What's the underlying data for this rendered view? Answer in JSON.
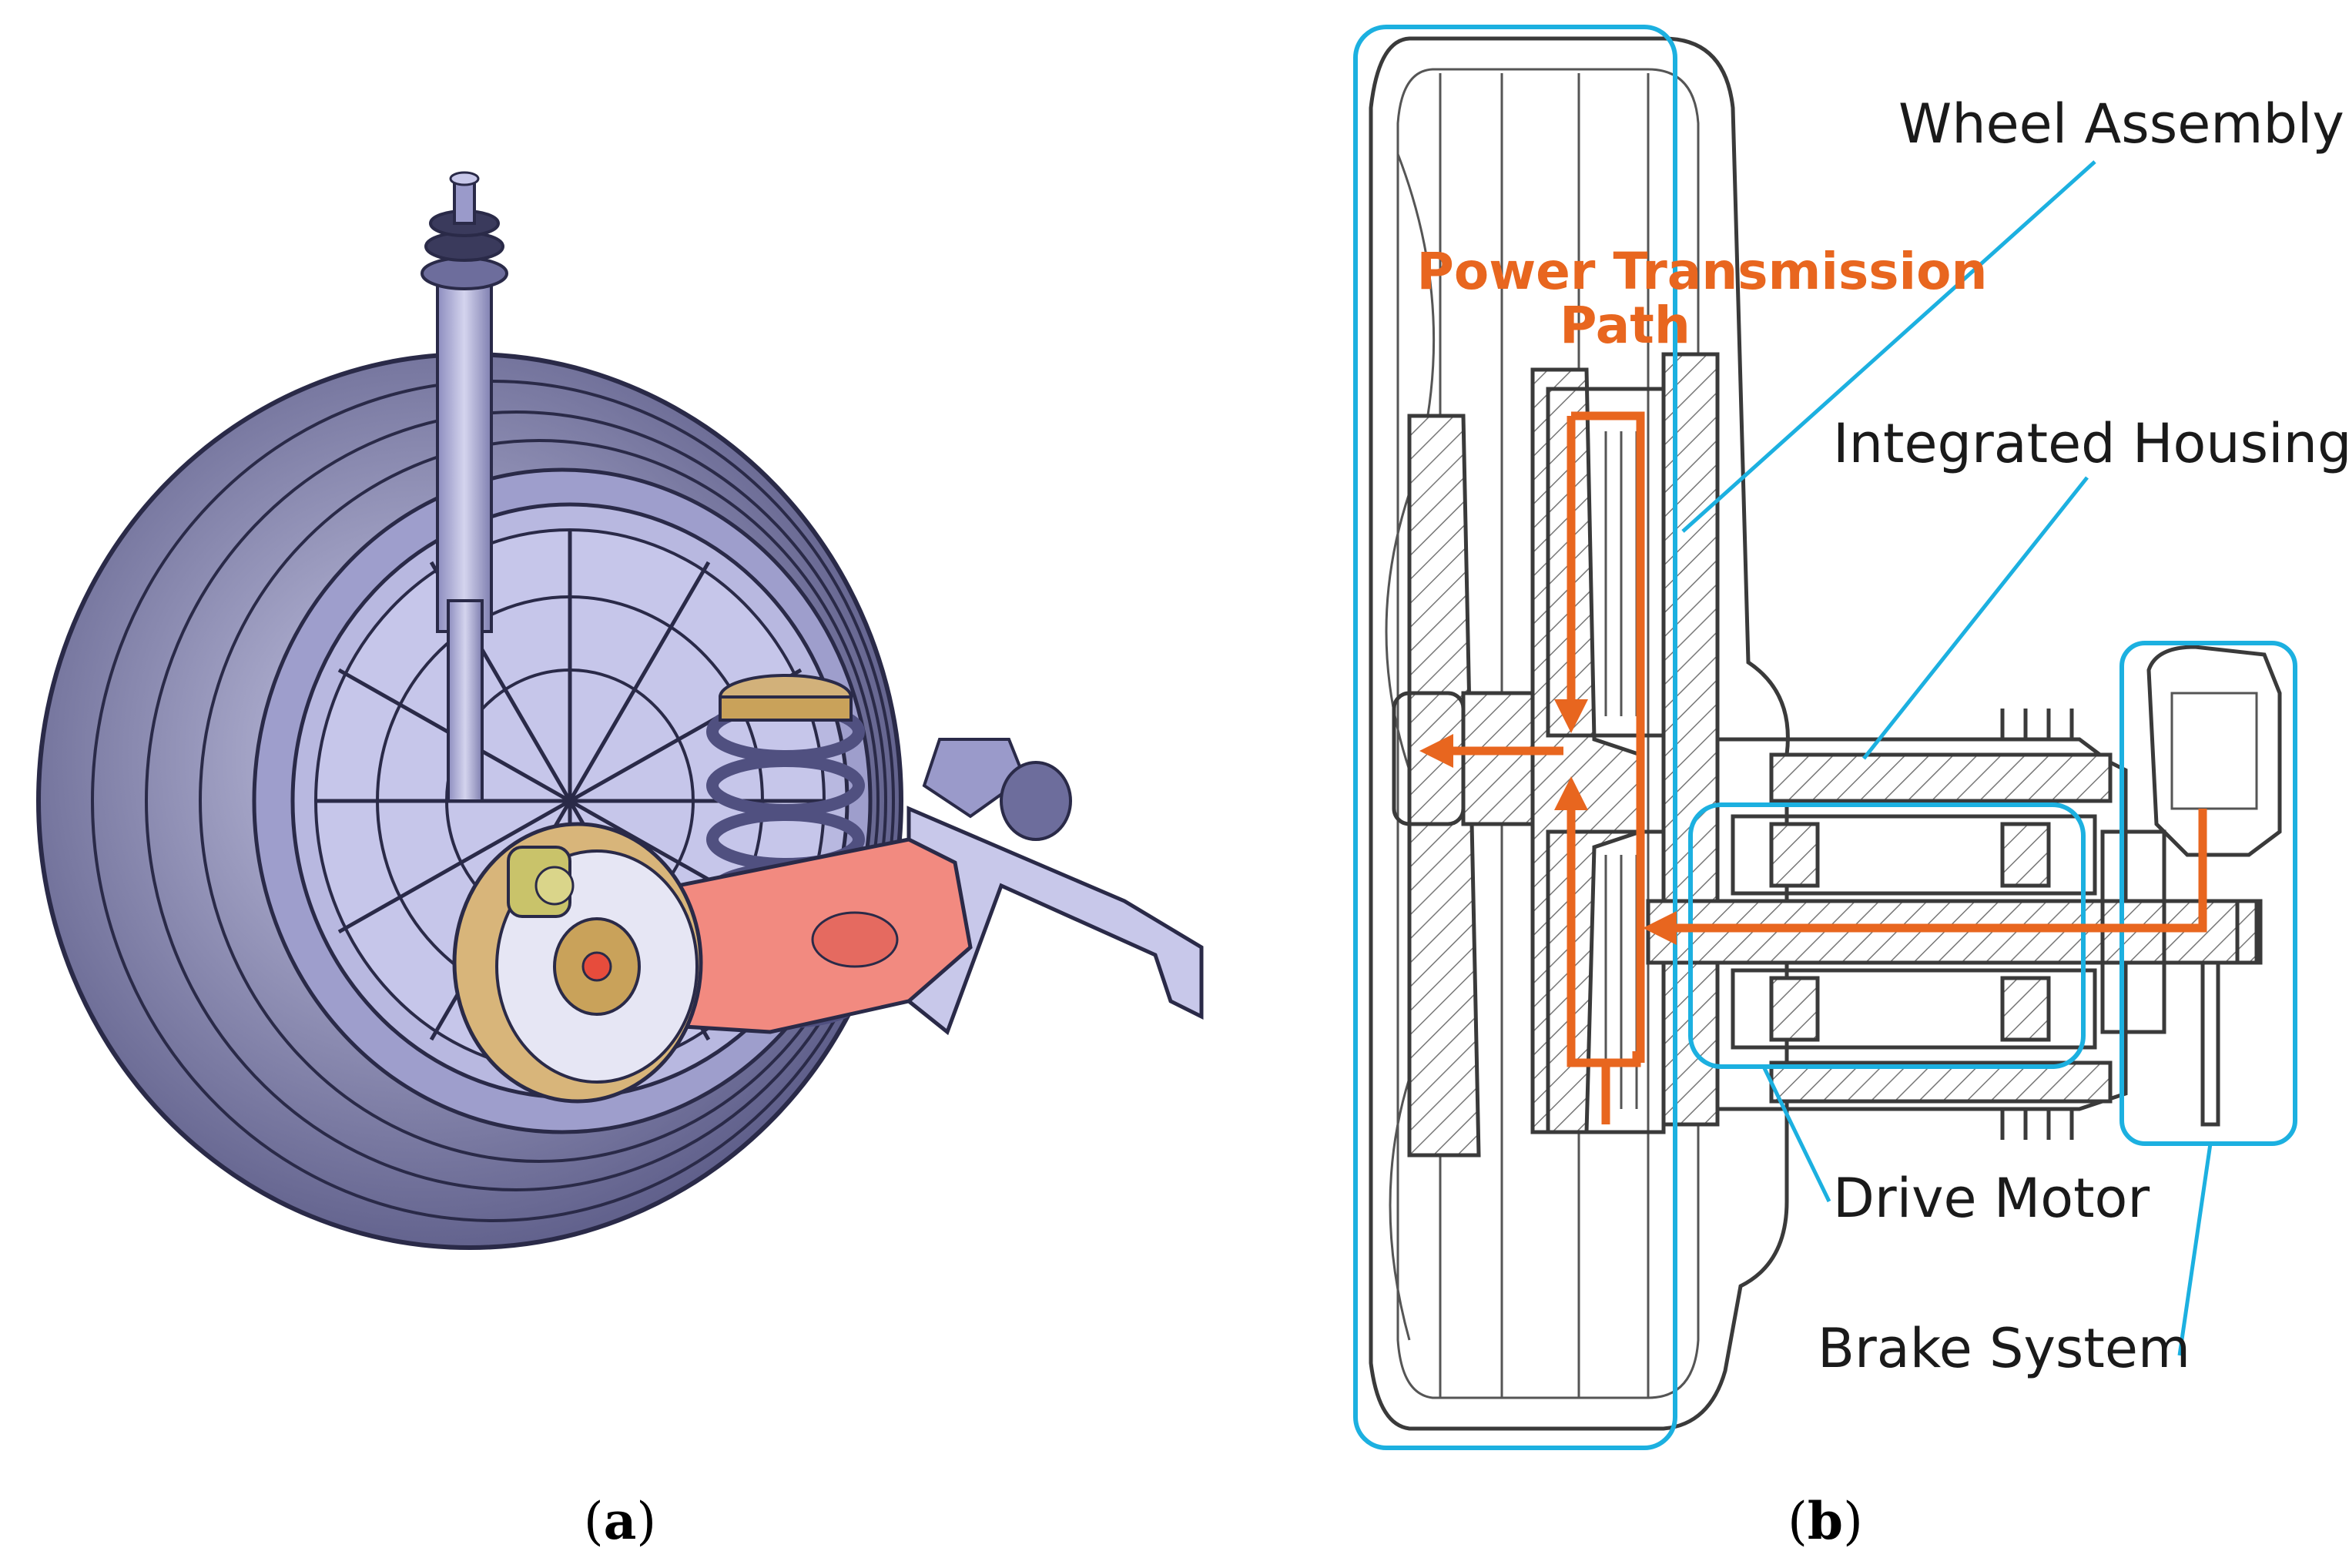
{
  "panel_a": {
    "label_open": "(",
    "label_letter": "a",
    "label_close": ")"
  },
  "panel_b": {
    "label_open": "(",
    "label_letter": "b",
    "label_close": ")",
    "callouts": {
      "wheel_assembly": "Wheel Assembly",
      "integrated_housing": "Integrated Housing",
      "drive_motor": "Drive Motor",
      "brake_system": "Brake System"
    },
    "power_path": {
      "line1": "Power Transmission",
      "line2": "Path"
    }
  },
  "colors": {
    "callout_box": "#1cb0e0",
    "power_path": "#e8661f",
    "model_body": "#a9a9d6",
    "control_arm": "#f28a80",
    "brake_caliper": "#c9a25a"
  }
}
